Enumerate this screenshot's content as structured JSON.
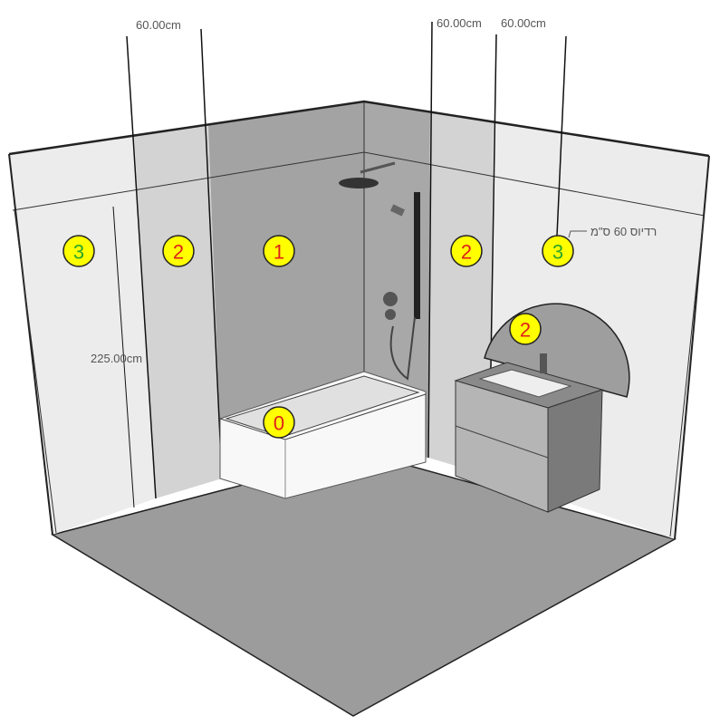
{
  "dimensions": {
    "left_width": "60.00cm",
    "right_width_1": "60.00cm",
    "right_width_2": "60.00cm",
    "height": "225.00cm",
    "radius_note": "רדיוס 60 ס\"מ"
  },
  "zones": [
    {
      "label": "3",
      "color": "#2aa52a"
    },
    {
      "label": "2",
      "color": "#e0201a"
    },
    {
      "label": "1",
      "color": "#e0201a"
    },
    {
      "label": "2",
      "color": "#e0201a"
    },
    {
      "label": "3",
      "color": "#2aa52a"
    },
    {
      "label": "2",
      "color": "#e0201a"
    },
    {
      "label": "0",
      "color": "#e0201a"
    }
  ],
  "colors": {
    "badge_fill": "#ffff00",
    "zone1": "#a3a3a3",
    "zone2": "#d3d3d3",
    "zone3": "#ececec",
    "floor": "#9c9c9c"
  }
}
